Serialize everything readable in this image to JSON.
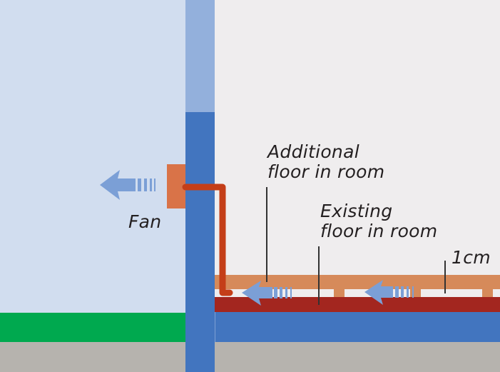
{
  "diagram": {
    "labels": {
      "fan": "Fan",
      "additional_floor": [
        "Additional",
        "floor in room"
      ],
      "existing_floor": [
        "Existing",
        "floor in room"
      ],
      "gap": "1cm"
    },
    "colors": {
      "outside_bg": "#d1ddef",
      "room_bg": "#efedee",
      "wall_upper": "#93b0dc",
      "wall": "#4275bf",
      "fan": "#d97348",
      "pipe": "#c43e18",
      "additional_floor": "#d68a5a",
      "existing_floor": "#a3261f",
      "subfloor": "#4275bf",
      "grass": "#00a94f",
      "ground": "#b6b3ae",
      "arrow": "#7b9fd6",
      "leader_line": "#333333"
    }
  }
}
